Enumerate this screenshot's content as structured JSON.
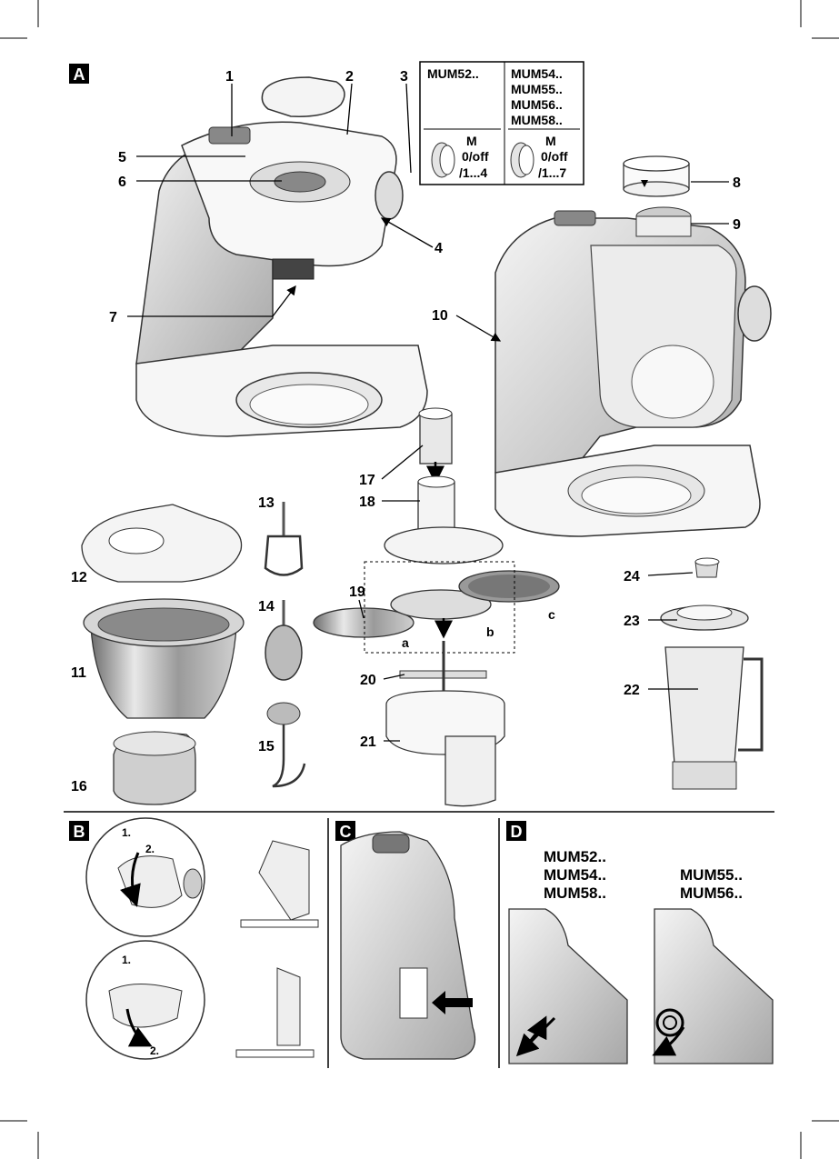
{
  "sections": {
    "a": "A",
    "b": "B",
    "c": "C",
    "d": "D"
  },
  "callouts": [
    "1",
    "2",
    "3",
    "4",
    "5",
    "6",
    "7",
    "8",
    "9",
    "10",
    "11",
    "12",
    "13",
    "14",
    "15",
    "16",
    "17",
    "18",
    "19",
    "20",
    "21",
    "22",
    "23",
    "24"
  ],
  "sub_callouts": {
    "a": "a",
    "b": "b",
    "c": "c"
  },
  "model_table": {
    "left_models": [
      "MUM52.."
    ],
    "right_models": [
      "MUM54..",
      "MUM55..",
      "MUM56..",
      "MUM58.."
    ],
    "left_setting": [
      "M",
      "0/off",
      "/1...4"
    ],
    "right_setting": [
      "M",
      "0/off",
      "/1...7"
    ]
  },
  "section_b_steps": {
    "one": "1.",
    "two": "2.",
    "one_b": "1.",
    "two_b": "2."
  },
  "section_d": {
    "left_models": [
      "MUM52..",
      "MUM54..",
      "MUM58.."
    ],
    "right_models": [
      "MUM55..",
      "MUM56.."
    ]
  }
}
